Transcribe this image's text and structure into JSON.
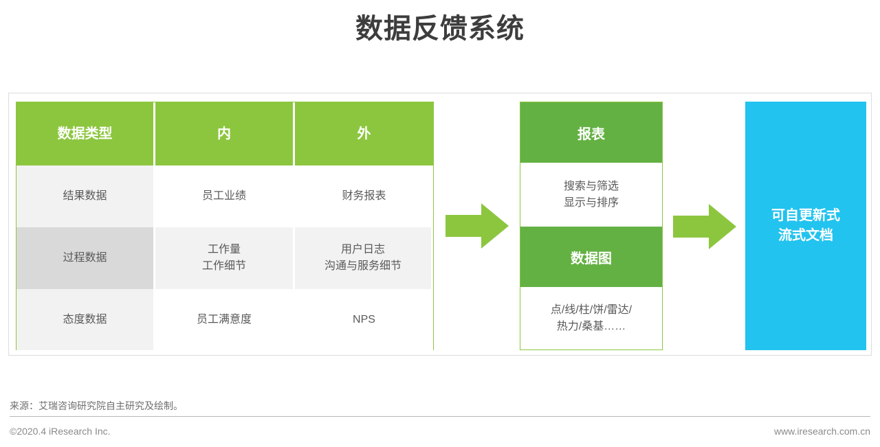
{
  "title": "数据反馈系统",
  "colors": {
    "table_header_green": "#8cc63f",
    "box_header_green": "#64b143",
    "arrow_green": "#8cc63f",
    "blue": "#22c3ef",
    "frame_gray": "#dcdcdc",
    "cell_light_gray": "#f2f2f2",
    "cell_mid_gray": "#d9d9d9",
    "text_gray": "#595959"
  },
  "matrix": {
    "headers": [
      "数据类型",
      "内",
      "外"
    ],
    "rows": [
      {
        "type": "结果数据",
        "internal": "员工业绩",
        "external": "财务报表"
      },
      {
        "type": "过程数据",
        "internal": "工作量\n工作细节",
        "external": "用户日志\n沟通与服务细节"
      },
      {
        "type": "态度数据",
        "internal": "员工满意度",
        "external": "NPS"
      }
    ]
  },
  "arrows": {
    "first": "arrow-right-icon",
    "second": "arrow-right-icon"
  },
  "middle": {
    "section1_title": "报表",
    "section1_body": "搜索与筛选\n显示与排序",
    "section2_title": "数据图",
    "section2_body": "点/线/柱/饼/雷达/\n热力/桑基……"
  },
  "output": {
    "label": "可自更新式\n流式文档"
  },
  "footer": {
    "source": "来源：艾瑞咨询研究院自主研究及绘制。",
    "copyright": "©2020.4 iResearch Inc.",
    "website": "www.iresearch.com.cn"
  }
}
